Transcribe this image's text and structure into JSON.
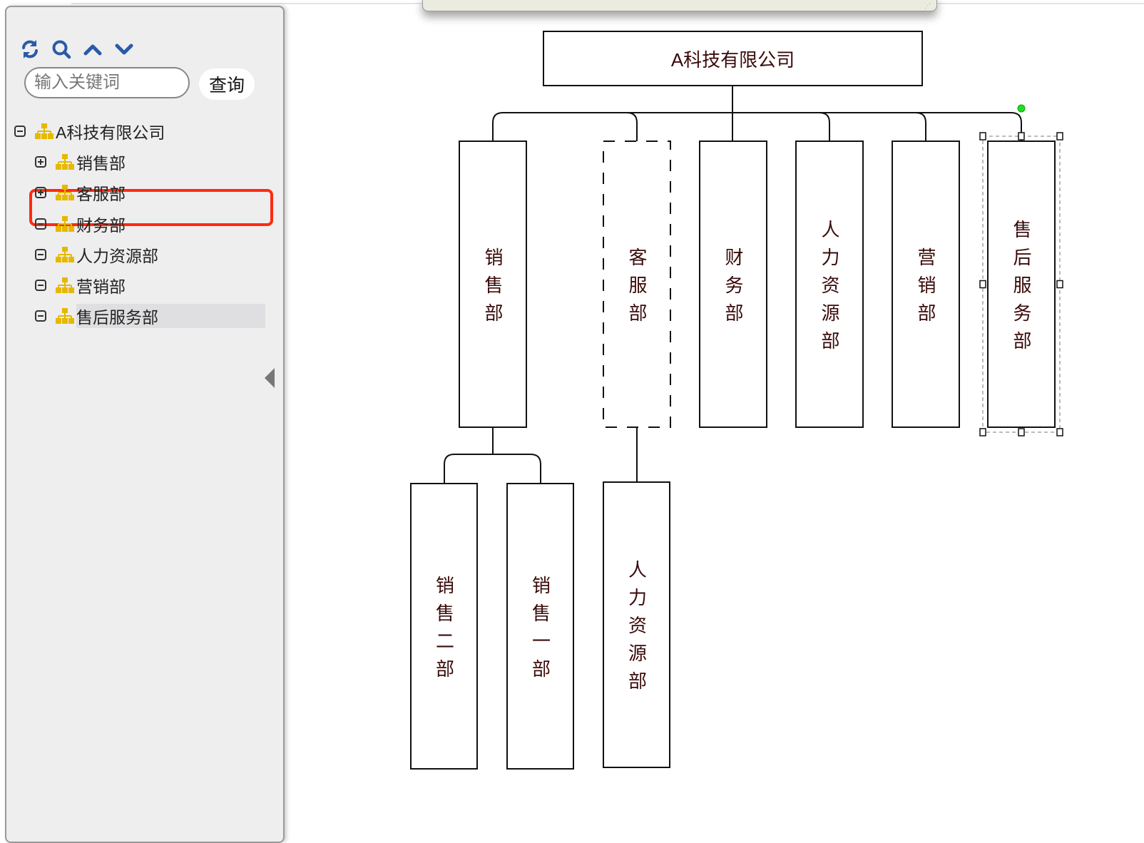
{
  "sidebar": {
    "toolbar": {
      "icons": [
        "refresh-icon",
        "search-icon",
        "chevron-up-icon",
        "chevron-down-icon"
      ]
    },
    "search": {
      "placeholder": "输入关键词",
      "value": "",
      "button_label": "查询"
    },
    "tree": [
      {
        "label": "A科技有限公司",
        "level": 0,
        "expanded": true
      },
      {
        "label": "销售部",
        "level": 1,
        "expanded": false
      },
      {
        "label": "客服部",
        "level": 1,
        "expanded": false
      },
      {
        "label": "财务部",
        "level": 1,
        "expanded": true
      },
      {
        "label": "人力资源部",
        "level": 1,
        "expanded": true
      },
      {
        "label": "营销部",
        "level": 1,
        "expanded": true
      },
      {
        "label": "售后服务部",
        "level": 1,
        "expanded": true,
        "selected": true
      }
    ]
  },
  "org_chart": {
    "root": "A科技有限公司",
    "departments": [
      {
        "label": "销售部",
        "children": [
          "销售二部",
          "销售一部"
        ]
      },
      {
        "label": "客服部",
        "dashed": true,
        "children": [
          "人力资源部"
        ]
      },
      {
        "label": "财务部",
        "children": []
      },
      {
        "label": "人力资源部",
        "children": []
      },
      {
        "label": "营销部",
        "children": []
      },
      {
        "label": "售后服务部",
        "selected": true,
        "children": []
      }
    ]
  },
  "colors": {
    "accent": "#2a5aa8",
    "selection": "#ff2a10",
    "node_text": "#3a0a0a",
    "org_icon": "#e6b800"
  }
}
